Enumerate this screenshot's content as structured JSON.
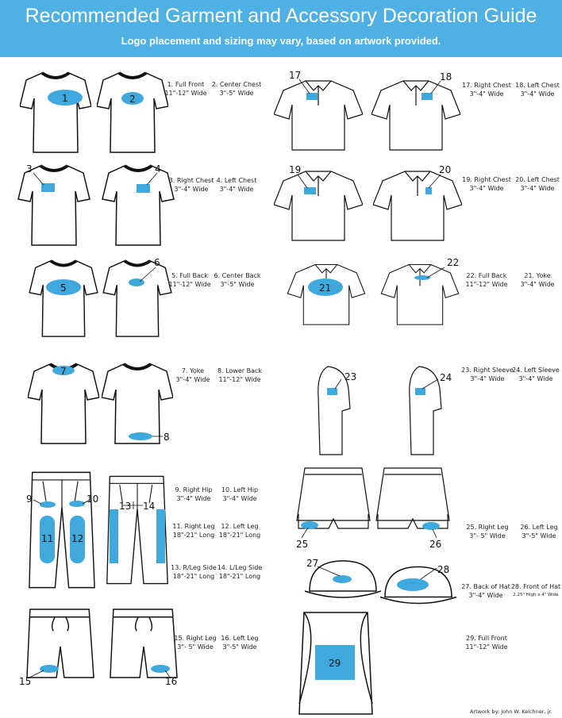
{
  "header": {
    "title": "Recommended Garment and Accessory Decoration Guide",
    "subtitle": "Logo placement and sizing may vary, based on artwork provided."
  },
  "colors": {
    "header": "#4fb1e3",
    "placement": "#3fa9dd"
  },
  "placements": [
    {
      "num": "1",
      "name": "1. Full Front",
      "size": "11\"-12\" Wide"
    },
    {
      "num": "2",
      "name": "2. Center Chest",
      "size": "3\"-5\" Wide"
    },
    {
      "num": "3",
      "name": "3. Right Chest",
      "size": "3\"-4\" Wide"
    },
    {
      "num": "4",
      "name": "4. Left Chest",
      "size": "3\"-4\" Wide"
    },
    {
      "num": "5",
      "name": "5. Full Back",
      "size": "11\"-12\" Wide"
    },
    {
      "num": "6",
      "name": "6. Center Back",
      "size": "3\"-5\" Wide"
    },
    {
      "num": "7",
      "name": "7. Yoke",
      "size": "3\"-4\" Wide"
    },
    {
      "num": "8",
      "name": "8. Lower Back",
      "size": "11\"-12\" Wide"
    },
    {
      "num": "9",
      "name": "9. Right Hip",
      "size": "3\"-4\" Wide"
    },
    {
      "num": "10",
      "name": "10. Left Hip",
      "size": "3\"-4\" Wide"
    },
    {
      "num": "11",
      "name": "11. Right Leg",
      "size": "18\"-21\" Long"
    },
    {
      "num": "12",
      "name": "12. Left Leg",
      "size": "18\"-21\" Long"
    },
    {
      "num": "13",
      "name": "13. R/Leg Side",
      "size": "18\"-21\" Long"
    },
    {
      "num": "14",
      "name": "14. L/Leg Side",
      "size": "18\"-21\" Long"
    },
    {
      "num": "15",
      "name": "15. Right Leg",
      "size": "3\"- 5\" Wide"
    },
    {
      "num": "16",
      "name": "16. Left Leg",
      "size": "3\"-5\" Wide"
    },
    {
      "num": "17",
      "name": "17. Right Chest",
      "size": "3\"-4\" Wide"
    },
    {
      "num": "18",
      "name": "18. Left Chest",
      "size": "3\"-4\" Wide"
    },
    {
      "num": "19",
      "name": "19. Right Chest",
      "size": "3\"-4\" Wide"
    },
    {
      "num": "20",
      "name": "20. Left Chest",
      "size": "3\"-4\" Wide"
    },
    {
      "num": "21",
      "name": "21. Yoke",
      "size": "3\"-4\" Wide"
    },
    {
      "num": "22",
      "name": "22. Full Back",
      "size": "11\"-12\" Wide"
    },
    {
      "num": "23",
      "name": "23. Right Sleeve",
      "size": "3\"-4\" Wide"
    },
    {
      "num": "24",
      "name": "24. Left Sleeve",
      "size": "3\"-4\" Wide"
    },
    {
      "num": "25",
      "name": "25. Right Leg",
      "size": "3\"- 5\" Wide"
    },
    {
      "num": "26",
      "name": "26. Left Leg",
      "size": "3\"-5\" Wide"
    },
    {
      "num": "27",
      "name": "27. Back of Hat",
      "size": "3\"-4\" Wide"
    },
    {
      "num": "28",
      "name": "28. Front of Hat",
      "size": "2.25\" High x 4\" Wide"
    },
    {
      "num": "29",
      "name": "29. Full Front",
      "size": "11\"-12\" Wide"
    }
  ],
  "credit": "Artwork by: John W. Kelchner, jr."
}
